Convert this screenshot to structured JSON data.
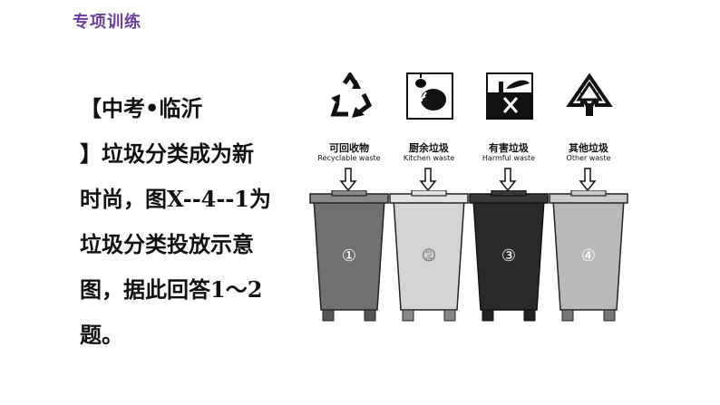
{
  "header": {
    "title": "专项训练"
  },
  "question": {
    "lines": [
      "【中考•临沂",
      "】垃圾分类成为新",
      "时尚，图X--4--1为",
      "垃圾分类投放示意",
      "图，据此回答1～2",
      "题。"
    ]
  },
  "bins": [
    {
      "name_zh": "可回收物",
      "name_en": "Recyclable waste",
      "number": "①",
      "color": "#707070",
      "icon": "recycle-icon"
    },
    {
      "name_zh": "厨余垃圾",
      "name_en": "Kitchen waste",
      "number": "②",
      "color": "#d4d4d4",
      "icon": "fish-bone-icon"
    },
    {
      "name_zh": "有害垃圾",
      "name_en": "Harmful waste",
      "number": "③",
      "color": "#2a2a2a",
      "icon": "harmful-icon"
    },
    {
      "name_zh": "其他垃圾",
      "name_en": "Other waste",
      "number": "④",
      "color": "#b9b9b9",
      "icon": "other-waste-icon"
    }
  ]
}
